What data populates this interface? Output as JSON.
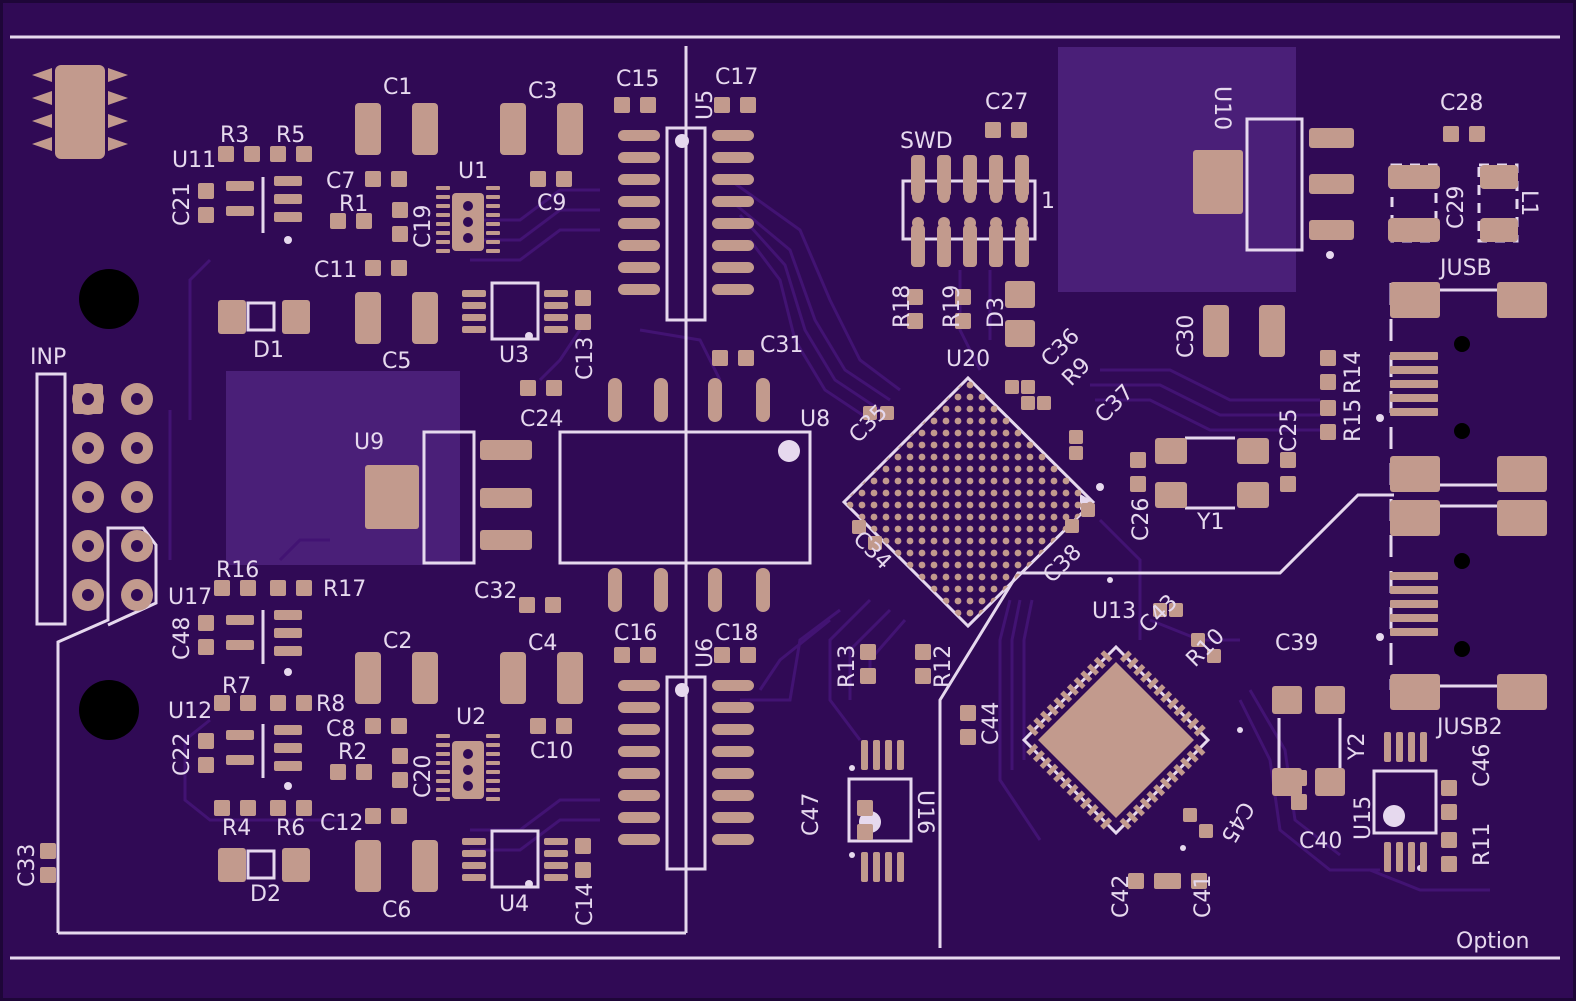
{
  "board": {
    "colors": {
      "background": "#300a55",
      "silkscreen": "#e6d9ee",
      "pad": "#c29a8d",
      "trace": "#3f0f6a",
      "pour": "#4a1f78",
      "hole": "#000000"
    }
  },
  "labels": {
    "c1": "C1",
    "c2": "C2",
    "c3": "C3",
    "c4": "C4",
    "c5": "C5",
    "c6": "C6",
    "c7": "C7",
    "c8": "C8",
    "c9": "C9",
    "c10": "C10",
    "c11": "C11",
    "c12": "C12",
    "c13": "C13",
    "c14": "C14",
    "c15": "C15",
    "c16": "C16",
    "c17": "C17",
    "c18": "C18",
    "c19": "C19",
    "c20": "C20",
    "c21": "C21",
    "c22": "C22",
    "c24": "C24",
    "c25": "C25",
    "c26": "C26",
    "c27": "C27",
    "c28": "C28",
    "c29": "C29",
    "c30": "C30",
    "c31": "C31",
    "c32": "C32",
    "c33": "C33",
    "c34": "C34",
    "c35": "C35",
    "c36": "C36",
    "c37": "C37",
    "c38": "C38",
    "c39": "C39",
    "c40": "C40",
    "c41": "C41",
    "c42": "C42",
    "c43": "C43",
    "c44": "C44",
    "c45": "C45",
    "c46": "C46",
    "c47": "C47",
    "c48": "C48",
    "r1": "R1",
    "r2": "R2",
    "r3": "R3",
    "r4": "R4",
    "r5": "R5",
    "r6": "R6",
    "r7": "R7",
    "r8": "R8",
    "r9": "R9",
    "r10": "R10",
    "r11": "R11",
    "r12": "R12",
    "r13": "R13",
    "r14": "R14",
    "r15": "R15",
    "r16": "R16",
    "r17": "R17",
    "r18": "R18",
    "r19": "R19",
    "u1": "U1",
    "u2": "U2",
    "u3": "U3",
    "u4": "U4",
    "u5": "U5",
    "u6": "U6",
    "u8": "U8",
    "u9": "U9",
    "u10": "U10",
    "u11": "U11",
    "u12": "U12",
    "u13": "U13",
    "u15": "U15",
    "u16": "U16",
    "u17": "U17",
    "u20": "U20",
    "d1": "D1",
    "d2": "D2",
    "d3": "D3",
    "y1": "Y1",
    "y2": "Y2",
    "l1": "L1",
    "inp": "INP",
    "swd": "SWD",
    "swd_pin1": "1",
    "jusb": "JUSB",
    "jusb2": "JUSB2",
    "option": "Option"
  }
}
